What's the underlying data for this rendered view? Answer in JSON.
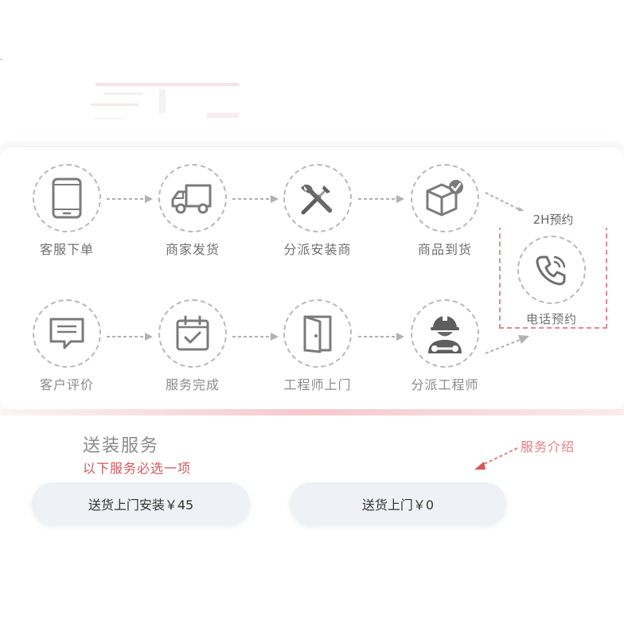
{
  "colors": {
    "accent_red": "#d5585c",
    "intro_pink": "#e27e86",
    "dashed_gray": "#b8b8b8",
    "icon_gray": "#7b7b7b",
    "button_bg": "#eef1f5"
  },
  "process": {
    "row1": [
      {
        "label": "客服下单",
        "icon": "smartphone-icon"
      },
      {
        "label": "商家发货",
        "icon": "delivery-truck-icon"
      },
      {
        "label": "分派安装商",
        "icon": "tools-icon"
      },
      {
        "label": "商品到货",
        "icon": "package-check-icon"
      }
    ],
    "row2": [
      {
        "label": "客户评价",
        "icon": "comment-icon"
      },
      {
        "label": "服务完成",
        "icon": "calendar-check-icon"
      },
      {
        "label": "工程师上门",
        "icon": "door-icon"
      },
      {
        "label": "分派工程师",
        "icon": "engineer-icon"
      }
    ],
    "phone": {
      "title": "2H预约",
      "label": "电话预约",
      "icon": "phone-call-icon"
    }
  },
  "service": {
    "title": "送装服务",
    "subtitle": "以下服务必选一项",
    "intro_link": "服务介绍",
    "options": [
      {
        "label": "送货上门安装￥45"
      },
      {
        "label": "送货上门￥0"
      }
    ]
  }
}
